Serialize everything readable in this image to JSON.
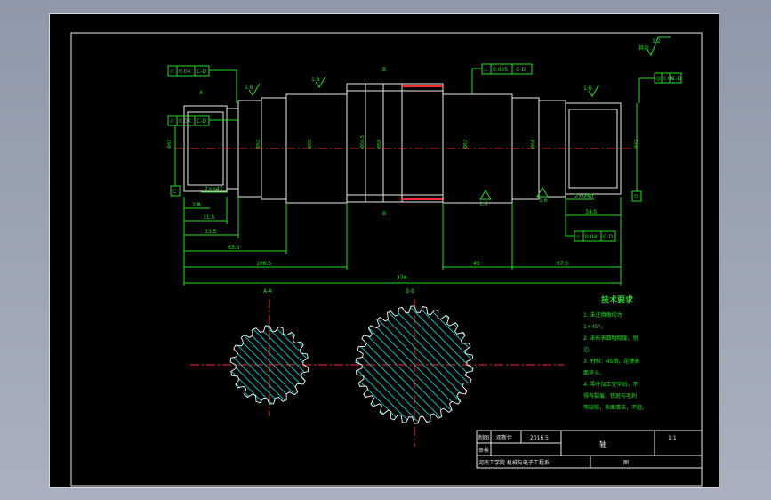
{
  "drawing": {
    "surface_roughness": "3.2",
    "other_roughness": "其余",
    "roughness_values": [
      "1.6",
      "1.6",
      "1.6",
      "1.6",
      "1.6"
    ],
    "tolerance_frames": [
      {
        "sym": "⌭",
        "val": "0.04",
        "ref": "C-D"
      },
      {
        "sym": "⌭",
        "val": "0.04",
        "ref": "C-D"
      },
      {
        "sym": "⊥",
        "val": "0.025",
        "ref": "C-D"
      },
      {
        "sym": "◎",
        "val": "0.04",
        "ref": "C-D"
      },
      {
        "sym": "⌭",
        "val": "0.04",
        "ref": "C-D"
      }
    ],
    "datums": [
      "C",
      "D"
    ],
    "section_marks": [
      "A",
      "A",
      "B",
      "B"
    ],
    "diameters": [
      "Φ42",
      "Φ52",
      "Φ55",
      "Φ56.5",
      "Φ58",
      "Φ52",
      "Φ50",
      "Φ42"
    ],
    "chamfers": [
      "2×φ42",
      "2×Φ40"
    ],
    "dimensions": {
      "d23": "23",
      "d31": "31.5",
      "d33": "33.5",
      "d63": "63.5",
      "d106": "106.5",
      "d276": "276",
      "d45": "45",
      "d67": "67.5",
      "d34": "34.5"
    },
    "section_labels": [
      "A-A",
      "B-B"
    ],
    "tech_title": "技术要求",
    "tech_lines": [
      "1. 未注倒角均为",
      "1×45°。",
      "2. 未标表面粗糙度，锐",
      "边。",
      "3. 材料：45钢，花键表",
      "面淬火。",
      "4. 零件加工完毕后，不",
      "得有裂痕，锈斑与毛刺",
      "等缺陷，表面清洁，不脏。"
    ]
  },
  "title_block": {
    "design_label": "制图",
    "design_name": "邓新佳",
    "date": "2016.5",
    "check_label": "审核",
    "part_name": "轴",
    "scale": "1:1",
    "school": "河南工学院 机械与电子工程系",
    "drawing_no": "图"
  },
  "colors": {
    "background": "#000000",
    "dimension": "#22dd22",
    "outline": "#e8e8e8",
    "centerline": "#ff2a2a",
    "hatch": "#00b8b8"
  }
}
